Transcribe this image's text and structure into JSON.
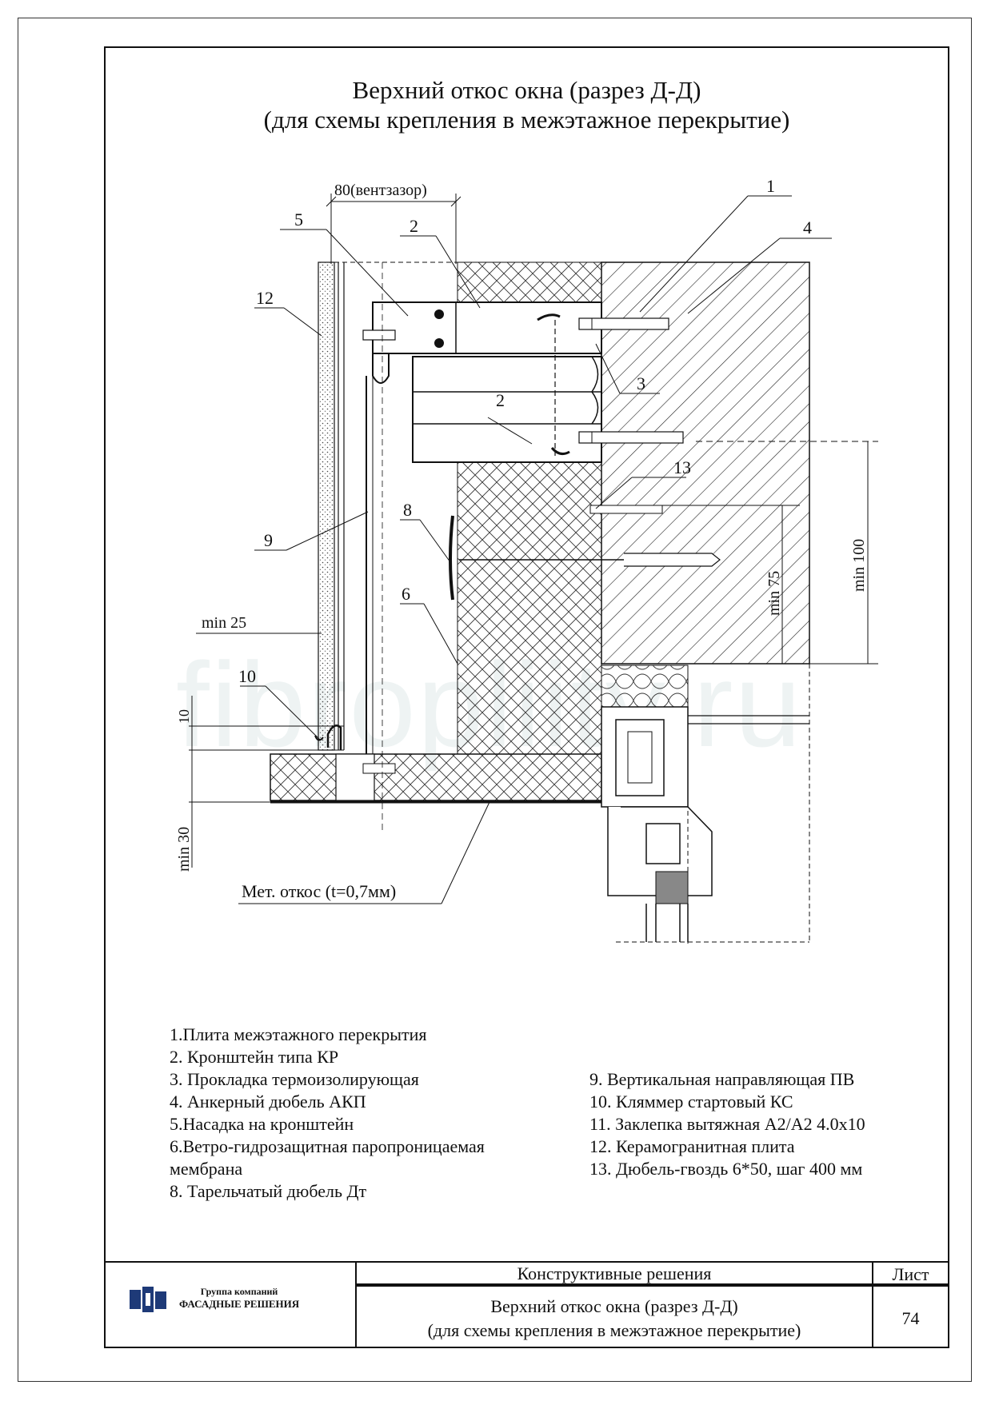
{
  "title": {
    "line1": "Верхний откос окна (разрез Д-Д)",
    "line2": "(для схемы крепления в межэтажное перекрытие)"
  },
  "dimensions": {
    "vent_gap": "80(вентзазор)",
    "min_25": "min 25",
    "ten": "10",
    "min_30": "min 30",
    "min_75": "min 75",
    "min_100": "min 100"
  },
  "callouts": {
    "c1": "1",
    "c2a": "2",
    "c2b": "2",
    "c3": "3",
    "c4": "4",
    "c5": "5",
    "c6": "6",
    "c8": "8",
    "c9": "9",
    "c10": "10",
    "c12": "12",
    "c13": "13",
    "met_otkos": "Мет. откос (t=0,7мм)"
  },
  "watermark": "fibropliity.ru",
  "legend_left": [
    "1.Плита межэтажного перекрытия",
    "2. Кронштейн типа КР",
    "3. Прокладка термоизолирующая",
    "4. Анкерный дюбель АКП",
    "5.Насадка на кронштейн",
    "6.Ветро-гидрозащитная паропроницаемая",
    " мембрана",
    "8. Тарельчатый дюбель Дт"
  ],
  "legend_right": [
    "9. Вертикальная направляющая ПВ",
    "10. Кляммер стартовый КС",
    "11. Заклепка вытяжная А2/А2 4.0х10",
    "12. Керамогранитная плита",
    "13. Дюбель-гвоздь 6*50, шаг 400 мм"
  ],
  "title_block": {
    "company_line1": "Группа компаний",
    "company_line2": "ФАСАДНЫЕ РЕШЕНИЯ",
    "header": "Конструктивные решения",
    "sheet_label": "Лист",
    "body_line1": "Верхний откос окна (разрез Д-Д)",
    "body_line2": "(для схемы крепления в межэтажное перекрытие)",
    "sheet_number": "74"
  }
}
